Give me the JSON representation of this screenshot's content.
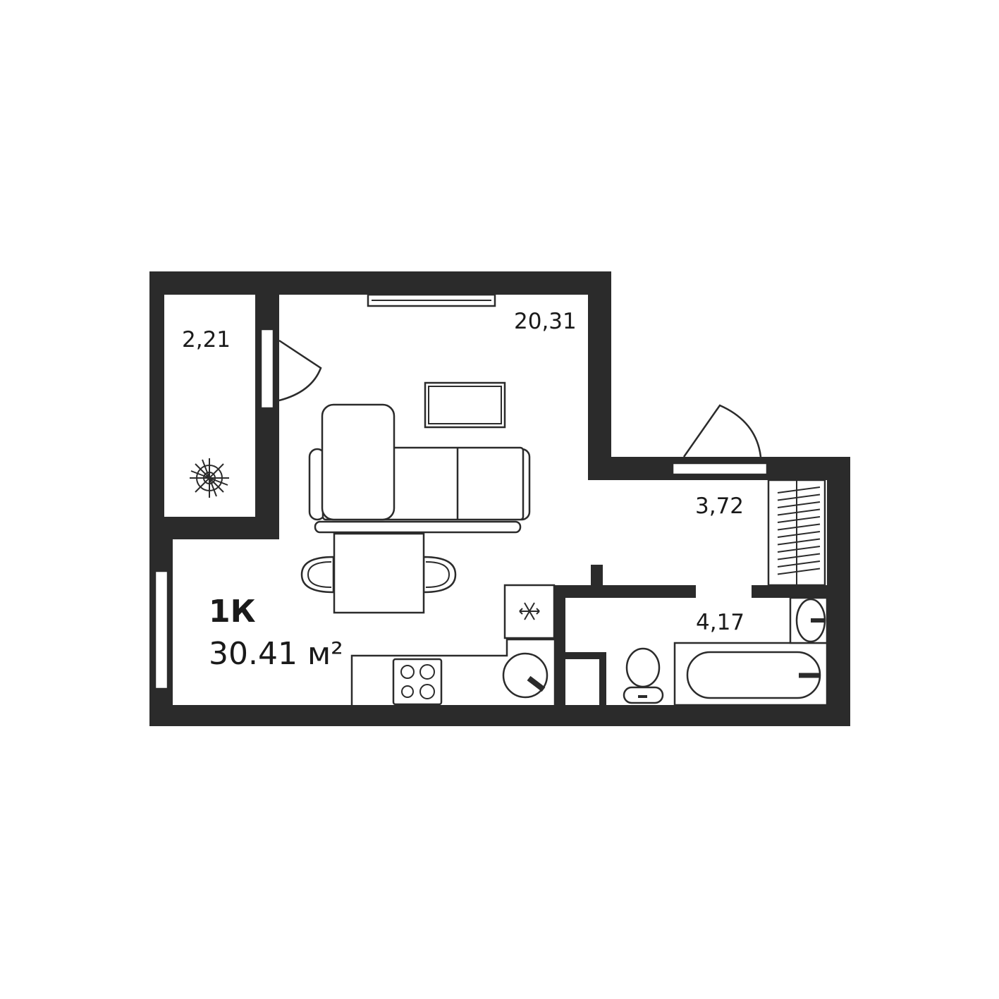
{
  "plan": {
    "apartment_type": "1К",
    "total_area": "30.41 м²",
    "wall_color": "#2b2b2b",
    "rooms": [
      {
        "id": "balcony",
        "area": "2,21"
      },
      {
        "id": "living-room",
        "area": "20,31"
      },
      {
        "id": "hallway",
        "area": "3,72"
      },
      {
        "id": "bathroom",
        "area": "4,17"
      }
    ],
    "icons": {
      "fridge": "snowflake-icon",
      "balcony": "plant-icon"
    }
  }
}
